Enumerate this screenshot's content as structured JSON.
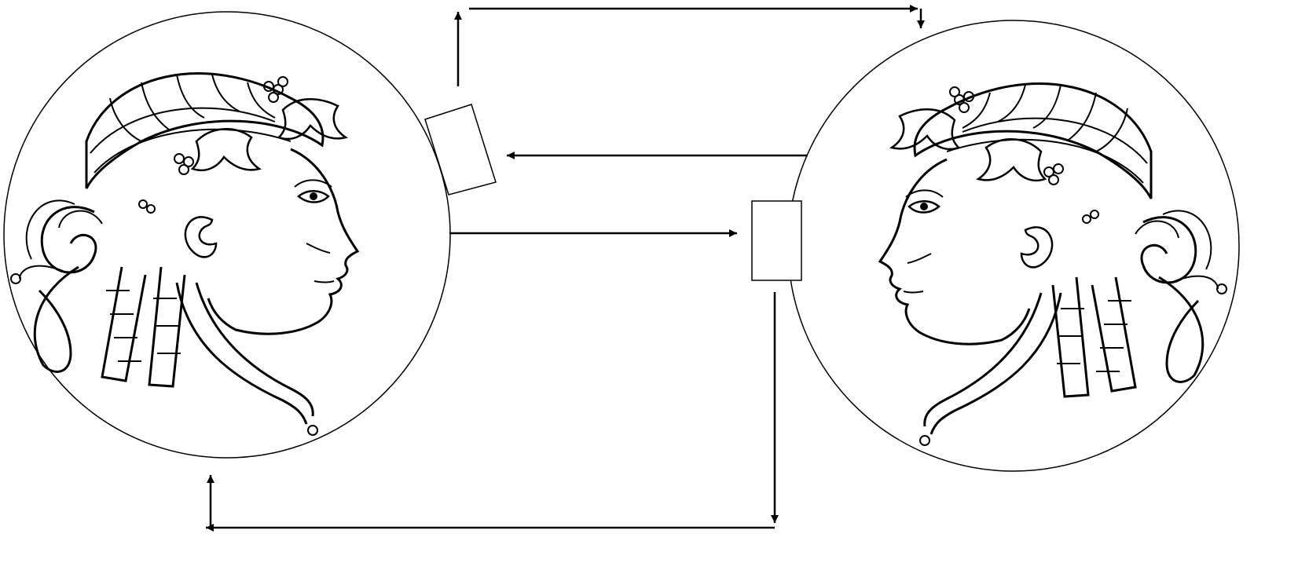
{
  "diagram": {
    "figures": [
      {
        "id": "left-medallion",
        "icon": "classical-head-profile-right",
        "facing": "right"
      },
      {
        "id": "right-medallion",
        "icon": "classical-head-profile-left",
        "facing": "left"
      }
    ],
    "boxes": [
      {
        "id": "left-box",
        "attached_to": "left-medallion",
        "label": ""
      },
      {
        "id": "right-box",
        "attached_to": "right-medallion",
        "label": ""
      }
    ],
    "arrows": [
      {
        "id": "top-loop-arrow",
        "from": "left-box",
        "to": "right-medallion"
      },
      {
        "id": "middle-arrow-left",
        "from": "right-medallion",
        "to": "left-box"
      },
      {
        "id": "middle-arrow-right",
        "from": "left-medallion",
        "to": "right-box"
      },
      {
        "id": "bottom-loop-arrow",
        "from": "right-box",
        "to": "left-medallion"
      }
    ],
    "colors": {
      "stroke": "#000000",
      "background": "#ffffff"
    }
  }
}
